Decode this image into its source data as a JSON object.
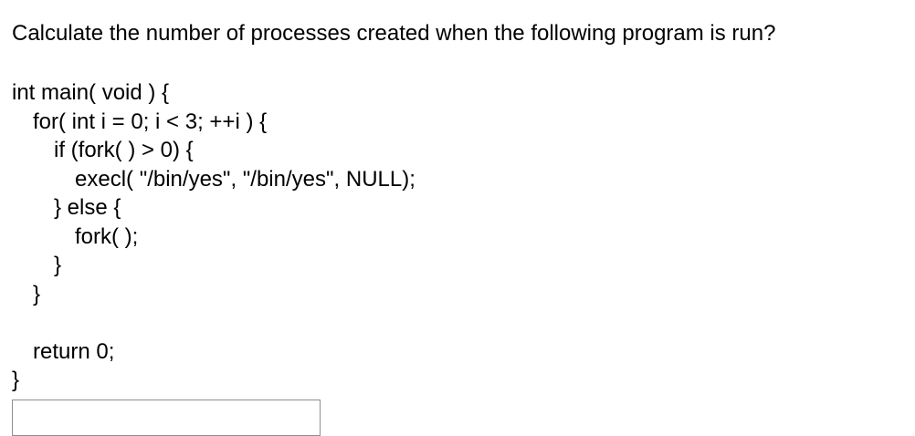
{
  "question": {
    "text": "Calculate the number of processes created when the following program is run?"
  },
  "code": {
    "lines": [
      {
        "indent": 0,
        "text": "int main( void ) {"
      },
      {
        "indent": 1,
        "text": "for( int i = 0; i < 3; ++i ) {"
      },
      {
        "indent": 2,
        "text": "if (fork( ) > 0) {"
      },
      {
        "indent": 3,
        "text": "execl( \"/bin/yes\", \"/bin/yes\", NULL);"
      },
      {
        "indent": 2,
        "text": "} else {"
      },
      {
        "indent": 3,
        "text": "fork( );"
      },
      {
        "indent": 2,
        "text": "}"
      },
      {
        "indent": 1,
        "text": "}"
      },
      {
        "indent": 0,
        "text": ""
      },
      {
        "indent": 1,
        "text": "return 0;"
      },
      {
        "indent": 0,
        "text": "}"
      }
    ]
  },
  "answer": {
    "value": ""
  }
}
